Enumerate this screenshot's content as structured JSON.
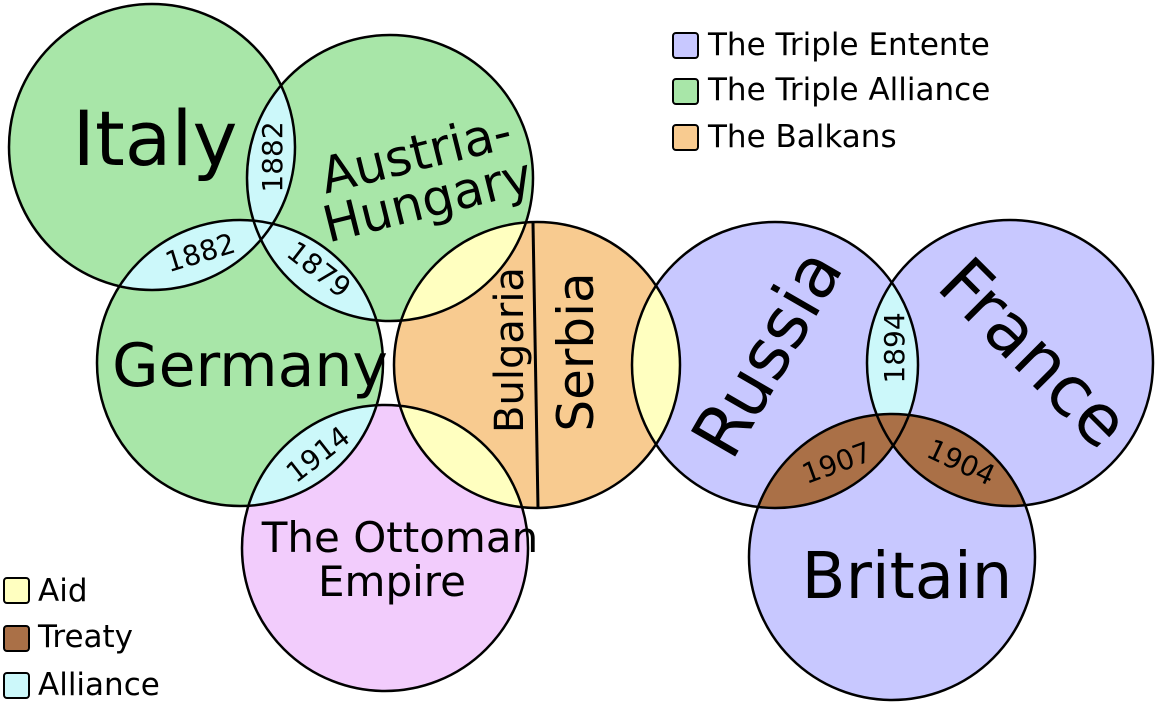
{
  "colors": {
    "entente": "#c8c8ff",
    "alliance": "#a8e6a8",
    "balkans": "#f8cb90",
    "ottoman": "#f2ccfc",
    "aid": "#ffffc0",
    "treaty": "#aa7047",
    "alliance_overlap": "#ccf8fa",
    "stroke": "#000000"
  },
  "countries": {
    "italy": "Italy",
    "austria_line1": "Austria-",
    "austria_line2": "Hungary",
    "germany": "Germany",
    "bulgaria": "Bulgaria",
    "serbia": "Serbia",
    "ottoman_line1": "The Ottoman",
    "ottoman_line2": "Empire",
    "russia": "Russia",
    "france": "France",
    "britain": "Britain"
  },
  "years": {
    "italy_austria": "1882",
    "italy_germany": "1882",
    "germany_austria": "1879",
    "germany_ottoman": "1914",
    "russia_france": "1894",
    "russia_britain": "1907",
    "france_britain": "1904"
  },
  "legend_groups": [
    {
      "label": "The Triple Entente",
      "color": "#c8c8ff"
    },
    {
      "label": "The Triple Alliance",
      "color": "#a8e6a8"
    },
    {
      "label": "The Balkans",
      "color": "#f8cb90"
    }
  ],
  "legend_relations": [
    {
      "label": "Aid",
      "color": "#ffffc0"
    },
    {
      "label": "Treaty",
      "color": "#aa7047"
    },
    {
      "label": "Alliance",
      "color": "#ccf8fa"
    }
  ]
}
